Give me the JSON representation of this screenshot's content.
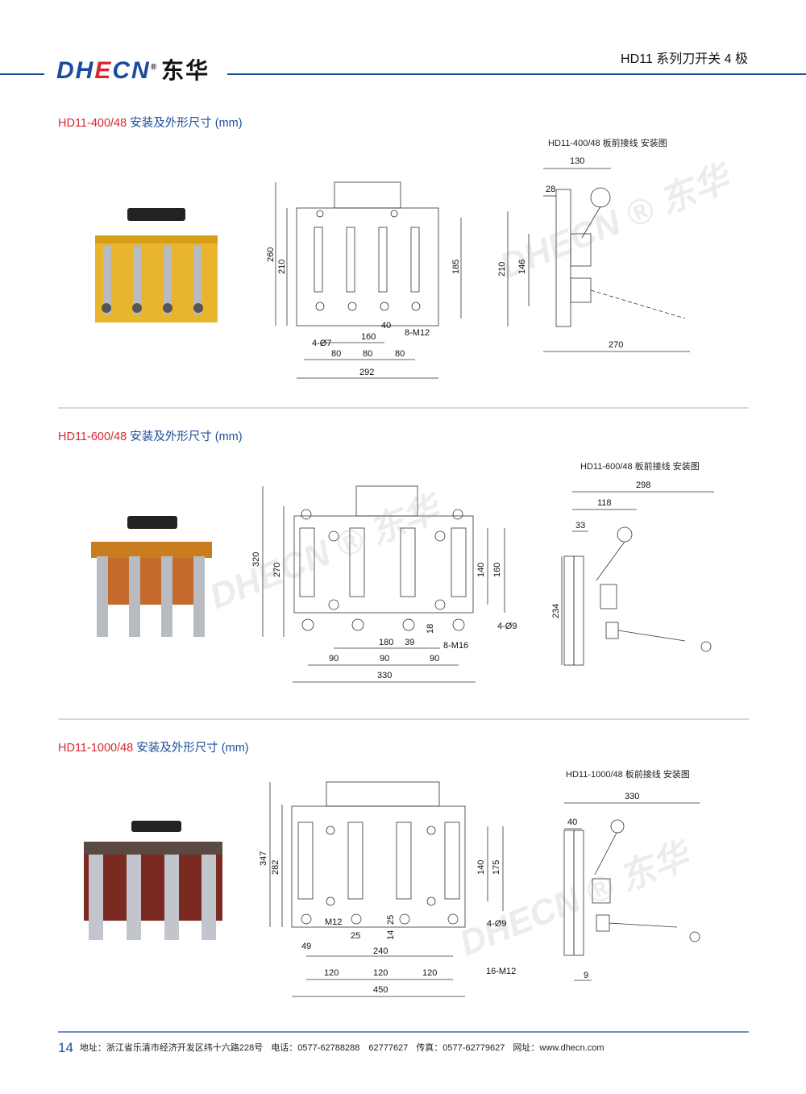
{
  "header": {
    "brand": "DHECN",
    "brand_e": "E",
    "brand_cn": "东华",
    "reg": "®",
    "title": "HD11 系列刀开关 4 极"
  },
  "watermark": "DHECN ® 东华",
  "sections": [
    {
      "model": "HD11-400/48",
      "title": "安装及外形尺寸 (mm)",
      "side_title": "HD11-400/48 板前接线 安装图",
      "front": [
        "260",
        "210",
        "185",
        "40",
        "8-M12",
        "160",
        "4-Ø7",
        "80",
        "80",
        "80",
        "292"
      ],
      "side": [
        "130",
        "28",
        "210",
        "146",
        "270"
      ]
    },
    {
      "model": "HD11-600/48",
      "title": "安装及外形尺寸 (mm)",
      "side_title": "HD11-600/48 板前接线 安装图",
      "front": [
        "320",
        "270",
        "140",
        "160",
        "18",
        "4-Ø9",
        "180",
        "39",
        "8-M16",
        "90",
        "90",
        "90",
        "330"
      ],
      "side": [
        "298",
        "118",
        "33",
        "234"
      ]
    },
    {
      "model": "HD11-1000/48",
      "title": "安装及外形尺寸 (mm)",
      "side_title": "HD11-1000/48 板前接线 安装图",
      "front": [
        "347",
        "282",
        "140",
        "175",
        "25",
        "M12",
        "4-Ø9",
        "25",
        "14",
        "49",
        "240",
        "120",
        "120",
        "120",
        "16-M12",
        "450"
      ],
      "side": [
        "330",
        "40",
        "9"
      ]
    }
  ],
  "footer": {
    "page": "14",
    "address": "地址：浙江省乐清市经济开发区纬十六路228号",
    "phone": "电话：0577-62788288　62777627",
    "fax": "传真：0577-62779627",
    "web": "网址：www.dhecn.com"
  }
}
